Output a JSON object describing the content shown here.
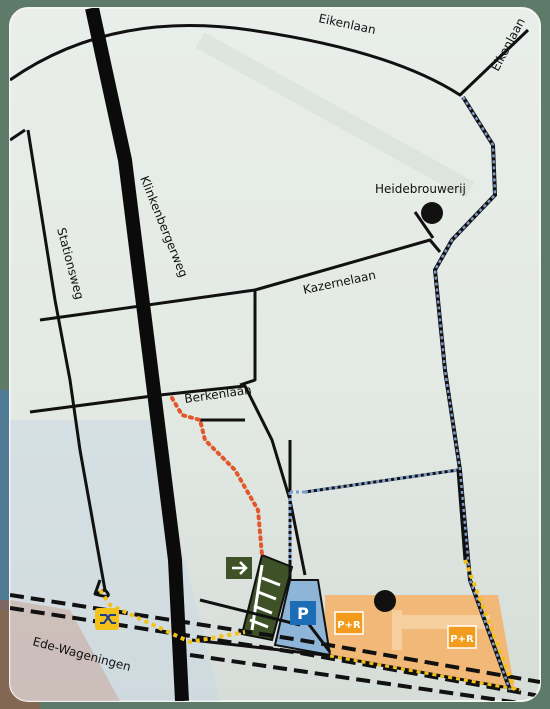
{
  "streets": {
    "eikenlaan_top": "Eikenlaan",
    "eikenlaan_right": "Eikenlaan",
    "klinkenbergerweg": "Klinkenbergerweg",
    "stationsweg": "Stationsweg",
    "kazernelaan": "Kazernelaan",
    "berkenlaan": "Berkenlaan",
    "railway": "Ede-Wageningen"
  },
  "poi": {
    "heidebrouwerij": "Heidebrouwerij"
  },
  "icons": {
    "parking_letter": "P",
    "park_and_ride_1": "P+R",
    "park_and_ride_2": "P+R",
    "arrow_icon": "right-arrow-icon",
    "station_icon": "train-station-icon"
  },
  "colors": {
    "frame_bg": "#5f7a6a",
    "map_bg": "#dfe6df",
    "road": "#111111",
    "highway": "#0a0a0a",
    "route_orange": "#e2572b",
    "route_blue": "#7d9ccc",
    "route_yellow": "#f2c21a",
    "parking_blue": "#8fb5d8",
    "parking_dark": "#3e5126",
    "pr_area": "#f2b774",
    "pr_sign": "#f29b1d"
  }
}
